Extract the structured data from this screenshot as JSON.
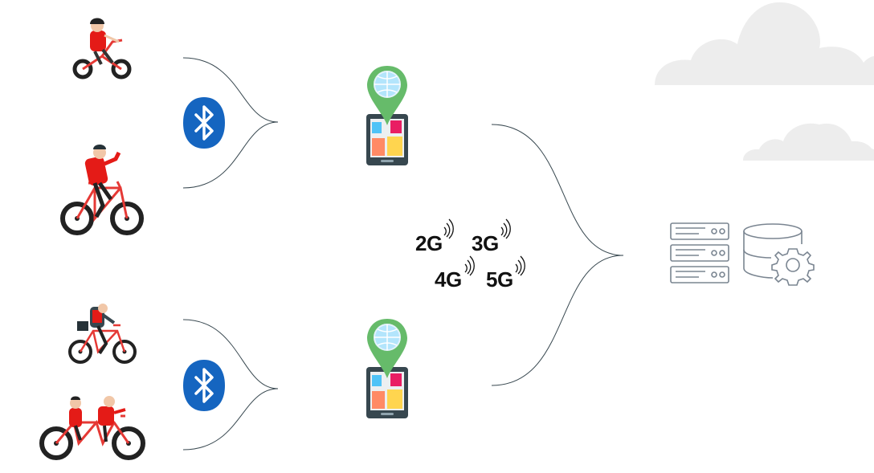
{
  "colors": {
    "rider_red": "#e41b17",
    "bike_frame": "#e53935",
    "wheel": "#222222",
    "bluetooth_blue": "#1565c0",
    "pin_green": "#66bb6a",
    "globe_blue": "#b3e5fc",
    "phone_dark": "#37474f",
    "connector": "#37474f",
    "cloud": "#ededed",
    "server_stroke": "#7a8591"
  },
  "icons": [
    "child-bike-icon",
    "bicycle-rider-icon",
    "delivery-bike-icon",
    "tandem-bike-icon",
    "bluetooth-icon",
    "phone-map-pin-icon",
    "signal-waves-icon",
    "server-rack-icon",
    "database-gear-icon",
    "cloud-icon"
  ],
  "network": {
    "gen_2g": "2G",
    "gen_3g": "3G",
    "gen_4g": "4G",
    "gen_5g": "5G"
  }
}
